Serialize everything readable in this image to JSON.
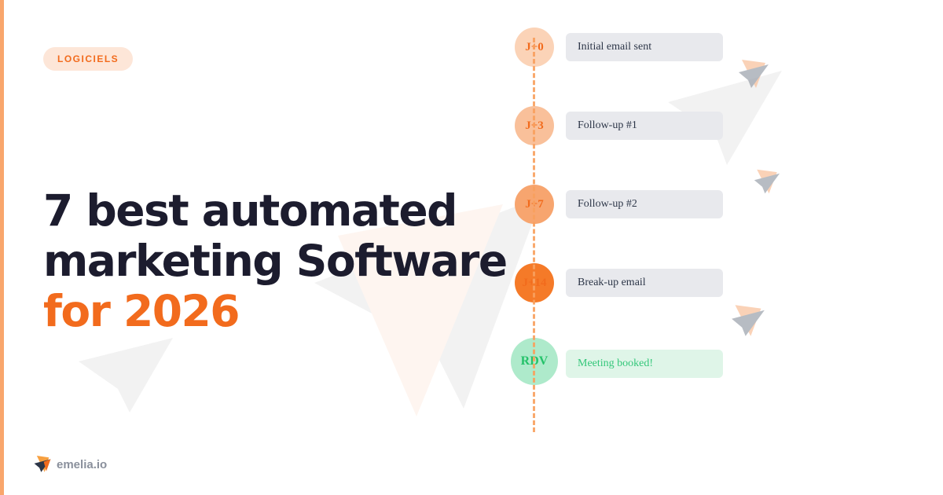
{
  "badge": "LOGICIELS",
  "title": {
    "line1": "7 best automated",
    "line2": "marketing Software",
    "line3": "for 2026"
  },
  "timeline": [
    {
      "marker": "J+0",
      "label": "Initial email sent",
      "color": "#fbd3b7"
    },
    {
      "marker": "J+3",
      "label": "Follow-up #1",
      "color": "#f9c09a"
    },
    {
      "marker": "J+7",
      "label": "Follow-up #2",
      "color": "#f7a56f"
    },
    {
      "marker": "J+14",
      "label": "Break-up email",
      "color": "#f57a28"
    },
    {
      "marker": "RDV",
      "label": "Meeting booked!",
      "color": "#aeeacb"
    }
  ],
  "brand": {
    "name": "emelia.io",
    "accent": "#f26b1d"
  }
}
